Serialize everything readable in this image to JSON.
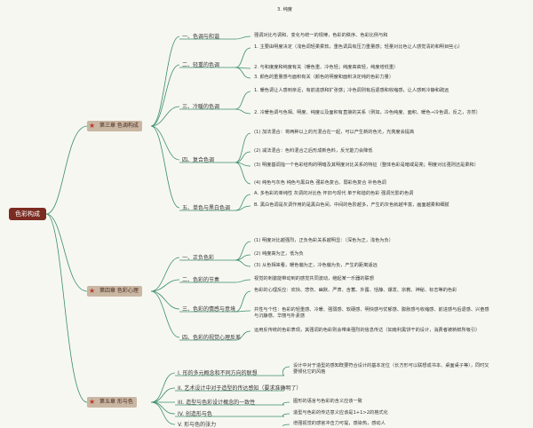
{
  "root": "色彩构成",
  "top_fragment": "3. 纯度",
  "chapters": [
    {
      "id": "ch3",
      "title": "第三章 色调构成",
      "sections": [
        {
          "label": "一、色调与和谐",
          "items": [
            "强调对比与调和、变化与统一的规律，色彩的秩序、色彩比例与和"
          ]
        },
        {
          "label": "二、轻重的色调",
          "items": [
            "1. 主要由明度决定（浅色调轻柔柔软，重色调具有压力重量感；轻量对比色让人感觉清的和明目些心）",
            "2. 与和度度和纯度有关（暖色重、冷色轻；纯度高高轻，纯度增低重）",
            "3. 颜色的重量感与面积有关（颜色的明度和面积决定纯的色彩力量）"
          ]
        },
        {
          "label": "三、冷暖的色调",
          "items": [
            "1. 暖色调让人感到亲近，有前进感和扩张感；冷色调则有后退感和收缩感，让人感到冷静和疏远",
            "2. 冷暖色调与色相、明度、纯度以及面积有直接的关系（例如，冷色纯度、面积、暖色→冷色调，反之，亦然）"
          ]
        },
        {
          "label": "四、复合色调",
          "items": [
            "(1) 加法混合：将两种以上的光混合在一起，可以产生新的色光，光亮度会提高",
            "(2) 减法混合：色料混合之后形成新色料，反光能力会降低",
            "(3) 明度基调指一个色彩结构的明暗及其明度对比关系的特征（整体色彩是暗或是亮；明度对比强则还是柔和）",
            "(4) 纯色与灰色 纯色与黑白色 强彩色复合、弱彩色复合 补色色调"
          ]
        },
        {
          "label": "五、单色与黑白色调",
          "items": [
            "A. 多色彩的单纯性 灰调的对比色 怀旧与现代 单于和谐的色彩 强调光影的色调",
            "B. 黑白色调是灰调作用的是黑白色间，中间的色阶越多，产生的灰色就越丰富，画面越柔和细腻"
          ]
        }
      ]
    },
    {
      "id": "ch4",
      "title": "第四章 色彩心理",
      "sections": [
        {
          "label": "一、正负色彩",
          "items": [
            "(1) 明度对比越强烈，正负色彩关系越明显：（深色为正，浅色为负）",
            "(2) 纯度高为正，低为负",
            "(3) 从色相来看，暖色偏为正，冷色偏为负，产生的距离适远"
          ]
        },
        {
          "label": "二、色彩的节奏",
          "items": [
            "视觉的刺激能带动到的感觉共同波动，继起某一乐器的联想"
          ]
        },
        {
          "label": "三、色彩的情感与意境",
          "items": [
            "色彩的心理反应：欢快、悲伤、幽默、严肃、含蓄、外露、恬静、爆发、宗教、神秘、标志等的色彩",
            "共性与个性：色彩的轻重感、冷暖、强弱感、软硬感、明快感与忧郁感、膨胀感与收缩感、前进感与后退感、兴奋感与沉静感、华丽与朴素感"
          ]
        },
        {
          "label": "四、色彩的视觉心理反差",
          "items": [
            "运用反传统的色彩表现，其强调的色彩则会带来强烈的信息传达（如南利黑饼干的设计，消费者被新鲜所吸引）"
          ]
        }
      ]
    },
    {
      "id": "ch5",
      "title": "第五章 形与色",
      "sections": [
        {
          "label": "I. 形的多元概念和不同方向的联想",
          "items": [
            "设计中对于造型的感知既要符合设计的基本定位（长方形可以联想成书本、桌面桌子等），同时又要倾化它的风格"
          ]
        },
        {
          "label": "II. 艺术设计中对于造型的传达感知（要求准确明了）",
          "items": []
        },
        {
          "label": "III. 造型与色彩设计概念的一致性",
          "items": [
            "图形的语言与色彩的含义应该一致"
          ]
        },
        {
          "label": "IV. 创造形与色",
          "items": [
            "造型与色彩的传达意义应该是1+1>2的格式化"
          ]
        },
        {
          "label": "V. 形与色的张力",
          "items": [
            "增强视觉的感官冲击力可提，感染热，感动人"
          ]
        }
      ]
    }
  ]
}
